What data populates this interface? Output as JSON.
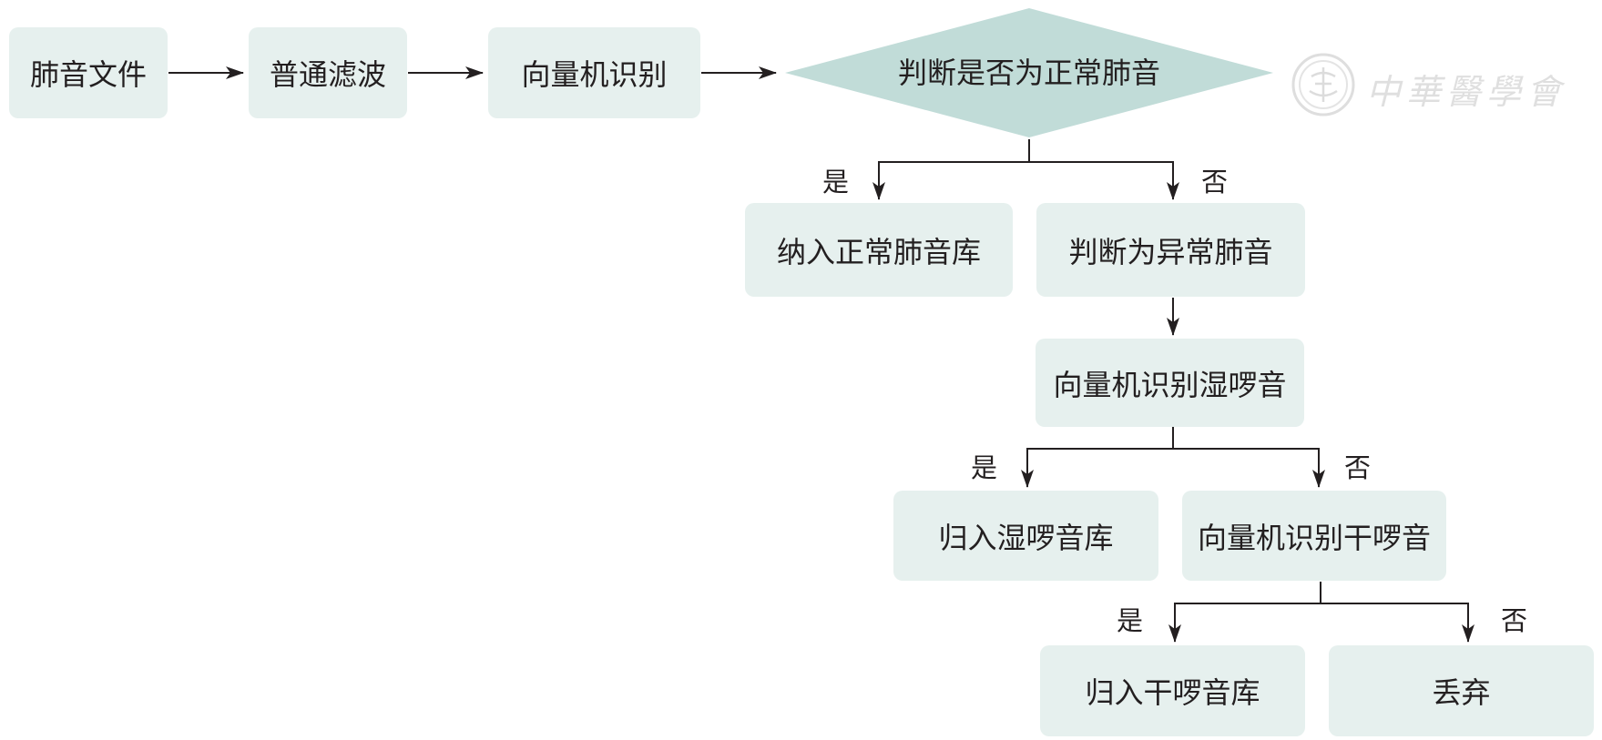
{
  "nodes": {
    "lung_sound_file": "肺音文件",
    "ordinary_filter": "普通滤波",
    "svm_recognize": "向量机识别",
    "is_normal_decision": "判断是否为正常肺音",
    "add_to_normal_library": "纳入正常肺音库",
    "judged_abnormal": "判断为异常肺音",
    "svm_wet_rales": "向量机识别湿啰音",
    "file_to_wet_library": "归入湿啰音库",
    "svm_dry_rales": "向量机识别干啰音",
    "file_to_dry_library": "归入干啰音库",
    "discard": "丢弃"
  },
  "labels": {
    "yes": "是",
    "no": "否"
  },
  "watermark": {
    "text": "中華醫學會",
    "logo_icon": "cma-seal-icon"
  },
  "colors": {
    "box_fill": "#e6f0ee",
    "diamond_fill": "#c1dcd8",
    "line": "#231f20",
    "watermark": "#dfdfdf"
  }
}
